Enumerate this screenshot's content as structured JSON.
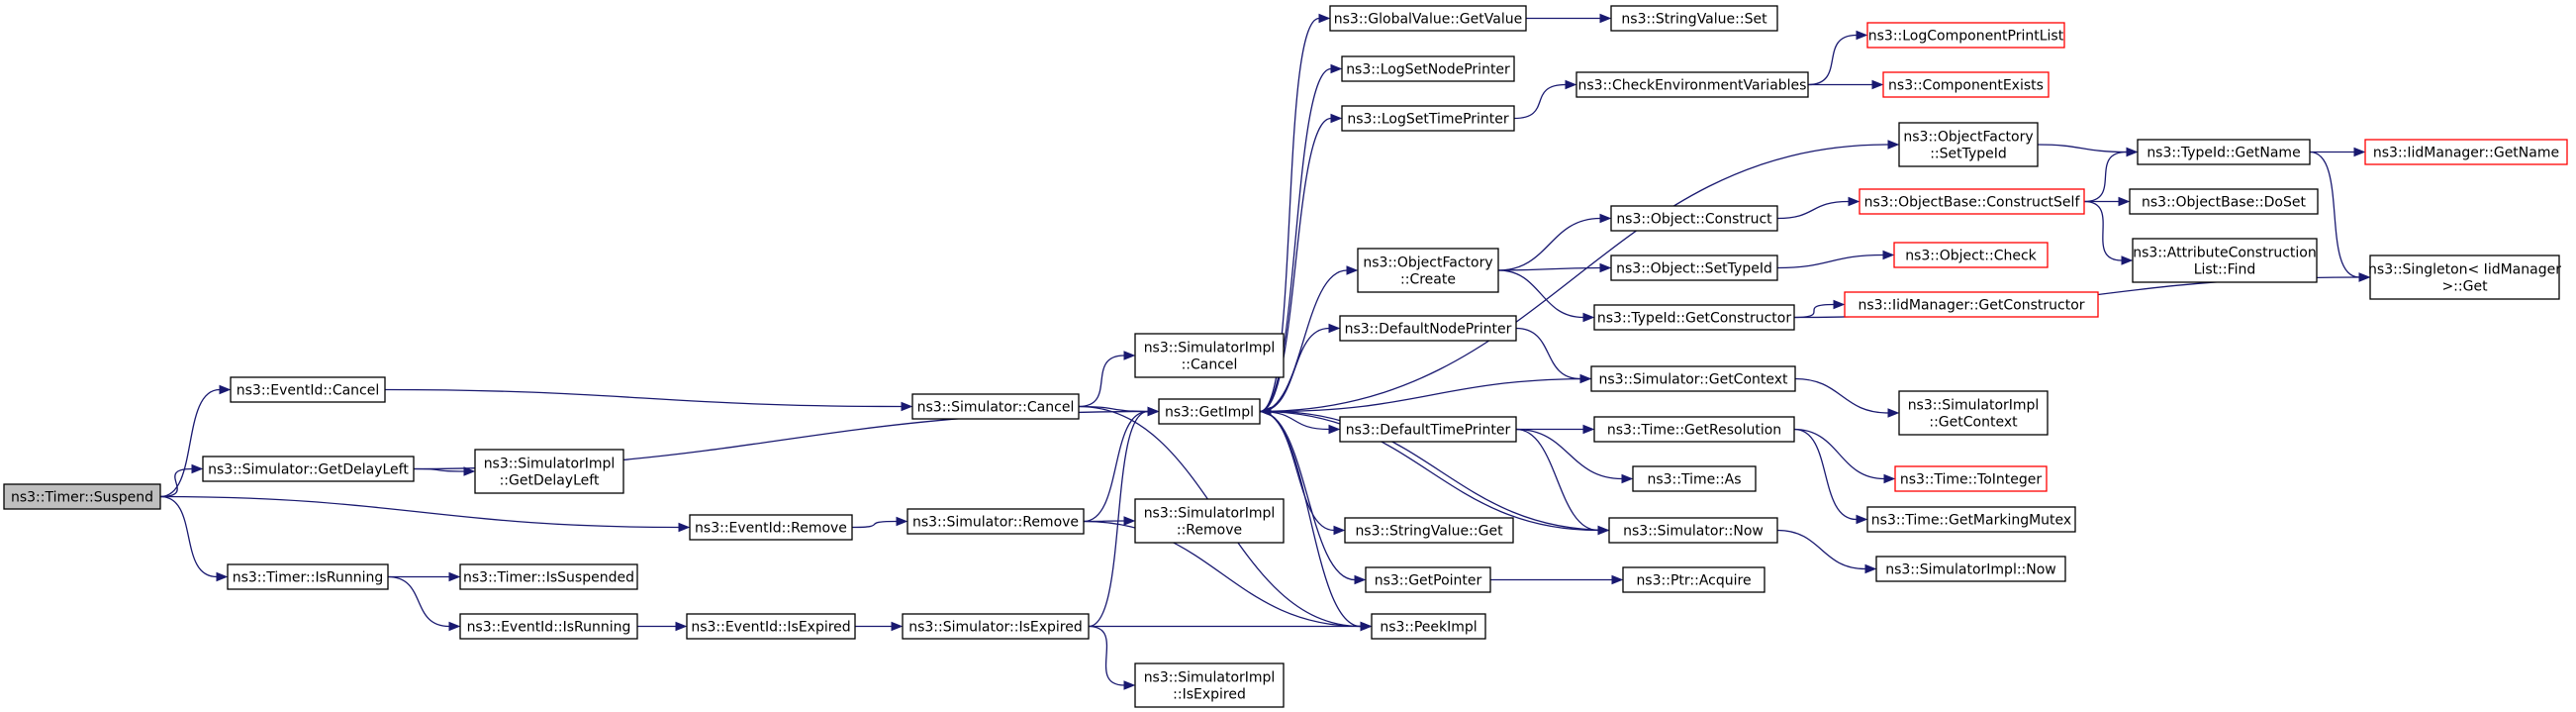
{
  "nodes": [
    {
      "id": "suspend",
      "lines": [
        "ns3::Timer::Suspend"
      ],
      "kind": "root"
    },
    {
      "id": "eventid_cancel",
      "lines": [
        "ns3::EventId::Cancel"
      ]
    },
    {
      "id": "sim_getdelayleft",
      "lines": [
        "ns3::Simulator::GetDelayLeft"
      ]
    },
    {
      "id": "eventid_remove",
      "lines": [
        "ns3::EventId::Remove"
      ]
    },
    {
      "id": "timer_isrunning",
      "lines": [
        "ns3::Timer::IsRunning"
      ]
    },
    {
      "id": "sim_cancel",
      "lines": [
        "ns3::Simulator::Cancel"
      ]
    },
    {
      "id": "getimpl",
      "lines": [
        "ns3::GetImpl"
      ]
    },
    {
      "id": "peekimpl",
      "lines": [
        "ns3::PeekImpl"
      ]
    },
    {
      "id": "simimpl_cancel",
      "lines": [
        "ns3::SimulatorImpl",
        "::Cancel"
      ]
    },
    {
      "id": "simimpl_getdelayleft",
      "lines": [
        "ns3::SimulatorImpl",
        "::GetDelayLeft"
      ]
    },
    {
      "id": "sim_remove",
      "lines": [
        "ns3::Simulator::Remove"
      ]
    },
    {
      "id": "simimpl_remove",
      "lines": [
        "ns3::SimulatorImpl",
        "::Remove"
      ]
    },
    {
      "id": "timer_issuspended",
      "lines": [
        "ns3::Timer::IsSuspended"
      ]
    },
    {
      "id": "eventid_isrunning",
      "lines": [
        "ns3::EventId::IsRunning"
      ]
    },
    {
      "id": "eventid_isexpired",
      "lines": [
        "ns3::EventId::IsExpired"
      ]
    },
    {
      "id": "sim_isexpired",
      "lines": [
        "ns3::Simulator::IsExpired"
      ]
    },
    {
      "id": "simimpl_isexpired",
      "lines": [
        "ns3::SimulatorImpl",
        "::IsExpired"
      ]
    },
    {
      "id": "globalvalue_getvalue",
      "lines": [
        "ns3::GlobalValue::GetValue"
      ]
    },
    {
      "id": "stringvalue_set",
      "lines": [
        "ns3::StringValue::Set"
      ]
    },
    {
      "id": "logsetnodeprinter",
      "lines": [
        "ns3::LogSetNodePrinter"
      ]
    },
    {
      "id": "logsettimeprinter",
      "lines": [
        "ns3::LogSetTimePrinter"
      ]
    },
    {
      "id": "checkenvvars",
      "lines": [
        "ns3::CheckEnvironmentVariables"
      ]
    },
    {
      "id": "logcomponentprintlist",
      "lines": [
        "ns3::LogComponentPrintList"
      ],
      "kind": "trunc"
    },
    {
      "id": "componentexists",
      "lines": [
        "ns3::ComponentExists"
      ],
      "kind": "trunc"
    },
    {
      "id": "objfactory_settypeid",
      "lines": [
        "ns3::ObjectFactory",
        "::SetTypeId"
      ]
    },
    {
      "id": "typeid_getname",
      "lines": [
        "ns3::TypeId::GetName"
      ]
    },
    {
      "id": "iidmanager_getname",
      "lines": [
        "ns3::IidManager::GetName"
      ],
      "kind": "trunc"
    },
    {
      "id": "objfactory_create",
      "lines": [
        "ns3::ObjectFactory",
        "::Create"
      ]
    },
    {
      "id": "object_construct",
      "lines": [
        "ns3::Object::Construct"
      ]
    },
    {
      "id": "objectbase_constructself",
      "lines": [
        "ns3::ObjectBase::ConstructSelf"
      ],
      "kind": "trunc"
    },
    {
      "id": "objectbase_doset",
      "lines": [
        "ns3::ObjectBase::DoSet"
      ]
    },
    {
      "id": "attrconstructionlist_find",
      "lines": [
        "ns3::AttributeConstruction",
        "List::Find"
      ]
    },
    {
      "id": "object_settypeid",
      "lines": [
        "ns3::Object::SetTypeId"
      ]
    },
    {
      "id": "object_check",
      "lines": [
        "ns3::Object::Check"
      ],
      "kind": "trunc"
    },
    {
      "id": "typeid_getconstructor",
      "lines": [
        "ns3::TypeId::GetConstructor"
      ]
    },
    {
      "id": "iidmanager_getconstructor",
      "lines": [
        "ns3::IidManager::GetConstructor"
      ],
      "kind": "trunc"
    },
    {
      "id": "singleton_get",
      "lines": [
        "ns3::Singleton< IidManager",
        " >::Get"
      ]
    },
    {
      "id": "defaultnodeprinter",
      "lines": [
        "ns3::DefaultNodePrinter"
      ]
    },
    {
      "id": "sim_getcontext",
      "lines": [
        "ns3::Simulator::GetContext"
      ]
    },
    {
      "id": "simimpl_getcontext",
      "lines": [
        "ns3::SimulatorImpl",
        "::GetContext"
      ]
    },
    {
      "id": "defaulttimeprinter",
      "lines": [
        "ns3::DefaultTimePrinter"
      ]
    },
    {
      "id": "time_getresolution",
      "lines": [
        "ns3::Time::GetResolution"
      ]
    },
    {
      "id": "time_tointeger",
      "lines": [
        "ns3::Time::ToInteger"
      ],
      "kind": "trunc"
    },
    {
      "id": "time_as",
      "lines": [
        "ns3::Time::As"
      ]
    },
    {
      "id": "time_getmarkingmutex",
      "lines": [
        "ns3::Time::GetMarkingMutex"
      ]
    },
    {
      "id": "stringvalue_get",
      "lines": [
        "ns3::StringValue::Get"
      ]
    },
    {
      "id": "sim_now",
      "lines": [
        "ns3::Simulator::Now"
      ]
    },
    {
      "id": "simimpl_now",
      "lines": [
        "ns3::SimulatorImpl::Now"
      ]
    },
    {
      "id": "getpointer",
      "lines": [
        "ns3::GetPointer"
      ]
    },
    {
      "id": "ptr_acquire",
      "lines": [
        "ns3::Ptr::Acquire"
      ]
    }
  ],
  "edges": [
    [
      "suspend",
      "eventid_cancel"
    ],
    [
      "suspend",
      "sim_getdelayleft"
    ],
    [
      "suspend",
      "eventid_remove"
    ],
    [
      "suspend",
      "timer_isrunning"
    ],
    [
      "eventid_cancel",
      "sim_cancel"
    ],
    [
      "sim_cancel",
      "getimpl"
    ],
    [
      "sim_cancel",
      "simimpl_cancel"
    ],
    [
      "sim_cancel",
      "peekimpl"
    ],
    [
      "sim_getdelayleft",
      "getimpl"
    ],
    [
      "sim_getdelayleft",
      "simimpl_getdelayleft"
    ],
    [
      "eventid_remove",
      "sim_remove"
    ],
    [
      "sim_remove",
      "getimpl"
    ],
    [
      "sim_remove",
      "simimpl_remove"
    ],
    [
      "sim_remove",
      "peekimpl"
    ],
    [
      "timer_isrunning",
      "timer_issuspended"
    ],
    [
      "timer_isrunning",
      "eventid_isrunning"
    ],
    [
      "eventid_isrunning",
      "eventid_isexpired"
    ],
    [
      "eventid_isexpired",
      "sim_isexpired"
    ],
    [
      "sim_isexpired",
      "getimpl"
    ],
    [
      "sim_isexpired",
      "peekimpl"
    ],
    [
      "sim_isexpired",
      "simimpl_isexpired"
    ],
    [
      "getimpl",
      "globalvalue_getvalue"
    ],
    [
      "getimpl",
      "logsetnodeprinter"
    ],
    [
      "getimpl",
      "logsettimeprinter"
    ],
    [
      "getimpl",
      "objfactory_settypeid"
    ],
    [
      "getimpl",
      "objfactory_create"
    ],
    [
      "getimpl",
      "defaultnodeprinter"
    ],
    [
      "getimpl",
      "defaulttimeprinter"
    ],
    [
      "getimpl",
      "stringvalue_get"
    ],
    [
      "getimpl",
      "sim_now"
    ],
    [
      "getimpl",
      "getpointer"
    ],
    [
      "getimpl",
      "peekimpl"
    ],
    [
      "globalvalue_getvalue",
      "stringvalue_set"
    ],
    [
      "logsettimeprinter",
      "checkenvvars"
    ],
    [
      "checkenvvars",
      "logcomponentprintlist"
    ],
    [
      "checkenvvars",
      "componentexists"
    ],
    [
      "objfactory_settypeid",
      "typeid_getname"
    ],
    [
      "typeid_getname",
      "iidmanager_getname"
    ],
    [
      "typeid_getname",
      "singleton_get"
    ],
    [
      "objfactory_create",
      "object_construct"
    ],
    [
      "objfactory_create",
      "object_settypeid"
    ],
    [
      "objfactory_create",
      "typeid_getconstructor"
    ],
    [
      "object_construct",
      "objectbase_constructself"
    ],
    [
      "objectbase_constructself",
      "typeid_getname"
    ],
    [
      "objectbase_constructself",
      "objectbase_doset"
    ],
    [
      "objectbase_constructself",
      "attrconstructionlist_find"
    ],
    [
      "object_settypeid",
      "object_check"
    ],
    [
      "typeid_getconstructor",
      "iidmanager_getconstructor"
    ],
    [
      "typeid_getconstructor",
      "singleton_get"
    ],
    [
      "defaultnodeprinter",
      "sim_getcontext"
    ],
    [
      "sim_getcontext",
      "getimpl"
    ],
    [
      "sim_getcontext",
      "simimpl_getcontext"
    ],
    [
      "defaulttimeprinter",
      "time_getresolution"
    ],
    [
      "defaulttimeprinter",
      "time_as"
    ],
    [
      "defaulttimeprinter",
      "sim_now"
    ],
    [
      "time_getresolution",
      "time_tointeger"
    ],
    [
      "time_getresolution",
      "time_getmarkingmutex"
    ],
    [
      "sim_now",
      "getimpl"
    ],
    [
      "sim_now",
      "simimpl_now"
    ],
    [
      "getpointer",
      "ptr_acquire"
    ]
  ]
}
